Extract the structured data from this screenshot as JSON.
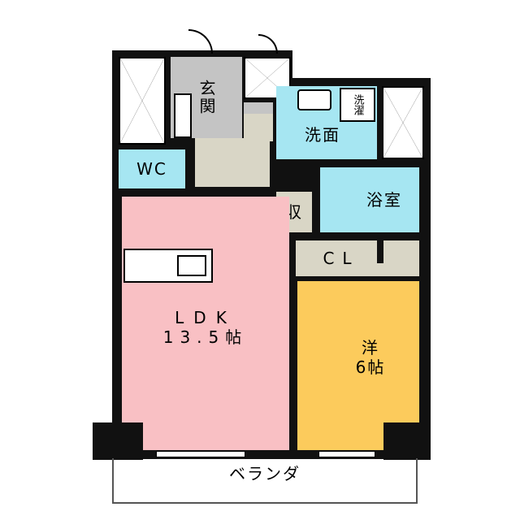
{
  "rooms": {
    "entrance": "玄関",
    "washroom": "洗面",
    "laundry": "洗濯",
    "wc": "WC",
    "storage": "収",
    "bathroom": "浴室",
    "closet": "CL",
    "ldk_name": "LDK",
    "ldk_size": "13.5帖",
    "western_name": "洋",
    "western_size": "6帖",
    "balcony": "ベランダ"
  },
  "colors": {
    "ldk": "#f9c0c4",
    "western": "#fccb5c",
    "water": "#a6e6f2",
    "entrance": "#c4c4c4",
    "hall": "#d9d6c6"
  }
}
